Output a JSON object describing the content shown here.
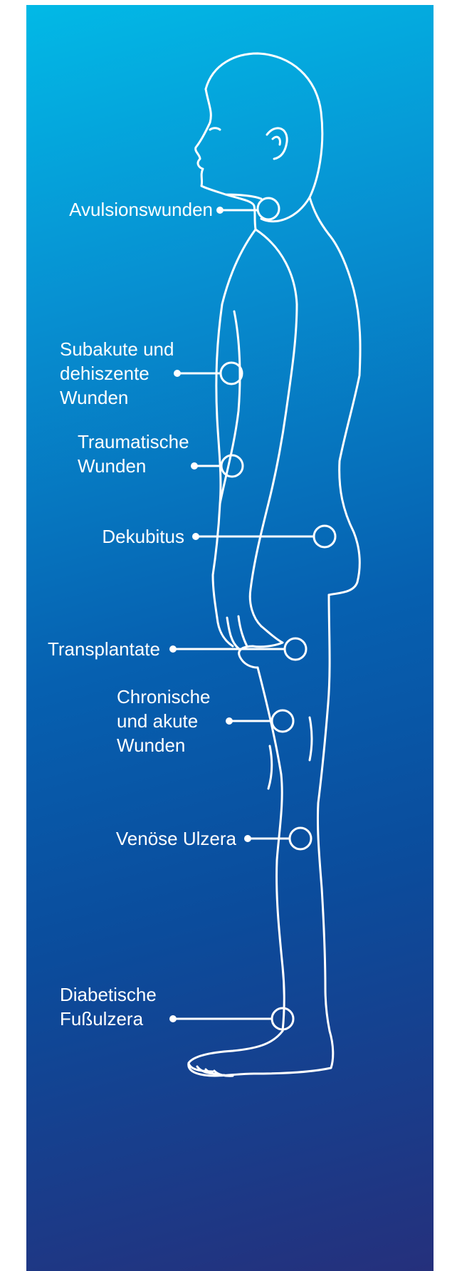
{
  "labels": [
    {
      "id": "avulsion",
      "text": "Avulsionswunden"
    },
    {
      "id": "subakut",
      "text": "Subakute und\ndehiszente\nWunden"
    },
    {
      "id": "trauma",
      "text": "Traumatische\nWunden"
    },
    {
      "id": "dekubitus",
      "text": "Dekubitus"
    },
    {
      "id": "transplantate",
      "text": "Transplantate"
    },
    {
      "id": "chronisch",
      "text": "Chronische\nund akute\nWunden"
    },
    {
      "id": "venoes",
      "text": "Venöse Ulzera"
    },
    {
      "id": "diabetisch",
      "text": "Diabetische\nFußulzera"
    }
  ],
  "colors": {
    "gradient_top": "#02b9e6",
    "gradient_bottom": "#25307c",
    "line": "#ffffff"
  }
}
